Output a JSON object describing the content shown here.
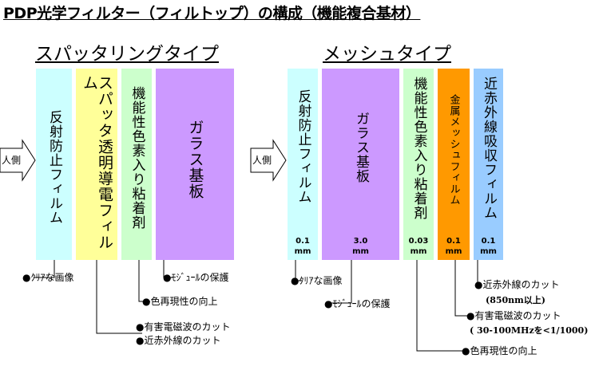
{
  "title": "PDP光学フィルター（フィルトップ）の構成（機能複合基材）",
  "sputter": {
    "heading": "スパッタリングタイプ",
    "entry": "人側",
    "layers": [
      {
        "label": "反射防止フィルム",
        "color": "#ccffff"
      },
      {
        "label": "スパッタ透明導電フィルム",
        "color": "#ffff99"
      },
      {
        "label": "機能性色素入り粘着剤",
        "color": "#ccffcc"
      },
      {
        "label": "ガラス基板",
        "color": "#cc99ff"
      }
    ],
    "callouts": [
      "●ｸﾘｱな画像",
      "●ﾓｼﾞｭｰﾙの保護",
      "●色再現性の向上",
      "●有害電磁波のカット",
      "●近赤外線のカット"
    ]
  },
  "mesh": {
    "heading": "メッシュタイプ",
    "entry": "人側",
    "layers": [
      {
        "label": "反射防止フィルム",
        "thickness": "0.1\nmm",
        "color": "#ccffff"
      },
      {
        "label": "ガラス基板",
        "thickness": "3.0\nmm",
        "color": "#cc99ff"
      },
      {
        "label": "機能性色素入り粘着剤",
        "thickness": "0.03\nmm",
        "color": "#ccffcc"
      },
      {
        "label": "金属メッシュフィルム",
        "thickness": "0.1\nmm",
        "color": "#ff9900"
      },
      {
        "label": "近赤外線吸収フィルム",
        "thickness": "0.1\nmm",
        "color": "#99ccff"
      }
    ],
    "callouts": [
      "●ｸﾘｱな画像",
      "●ﾓｼﾞｭｰﾙの保護",
      "●色再現性の向上",
      "●有害電磁波のカット",
      "●近赤外線のカット"
    ],
    "sub_notes": [
      "(850nm以上)",
      "( 30-100MHzを<1/1000)"
    ]
  }
}
